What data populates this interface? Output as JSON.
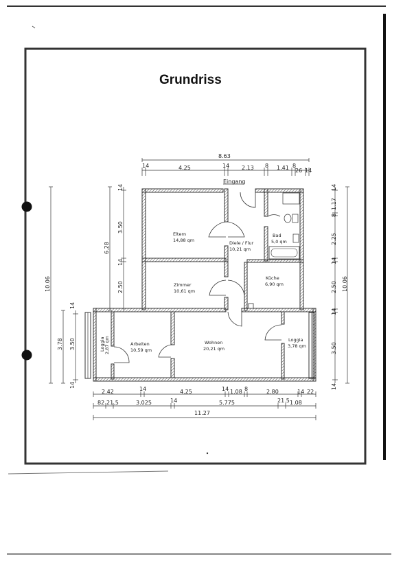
{
  "title": "Grundriss",
  "entrance": "Eingang",
  "rooms": {
    "eltern": {
      "name": "Eltern",
      "area": "14,88 qm"
    },
    "diele": {
      "name": "Diele / Flur",
      "area": "10,21 qm"
    },
    "bad": {
      "name": "Bad",
      "area": "5,0 qm"
    },
    "zimmer": {
      "name": "Zimmer",
      "area": "10,61 qm"
    },
    "kueche": {
      "name": "Küche",
      "area": "6,90 qm"
    },
    "arbeiten": {
      "name": "Arbeiten",
      "area": "10,59 qm"
    },
    "wohnen": {
      "name": "Wohnen",
      "area": "20,21 qm"
    },
    "loggia_left": {
      "name": "Loggia",
      "area": "2,87 qm"
    },
    "loggia_right": {
      "name": "Loggia",
      "area": "3,78 qm"
    }
  },
  "dims": {
    "top_total": "8.63",
    "top_row": [
      "14",
      "4.25",
      "14",
      "2.13",
      "8",
      "1.41",
      "8",
      "26",
      "14"
    ],
    "bottom_row1": [
      "2.42",
      "14",
      "4.25",
      "14",
      "1.08",
      "8",
      "2.80",
      "14",
      "22"
    ],
    "bottom_row2": [
      "82",
      "21.5",
      "3.025",
      "14",
      "5.775",
      "21.5",
      "1.08"
    ],
    "bottom_total": "11.27",
    "left_outer": "10.06",
    "left_inner": [
      "14",
      "3.50",
      "6.28",
      "14",
      "2.50"
    ],
    "left_low": [
      "14",
      "3.78",
      "3.50",
      "14"
    ],
    "right_inner": [
      "14",
      "1.17",
      "8",
      "2.25",
      "14",
      "2.50",
      "14",
      "3.50",
      "14"
    ],
    "right_outer": "10.06"
  }
}
